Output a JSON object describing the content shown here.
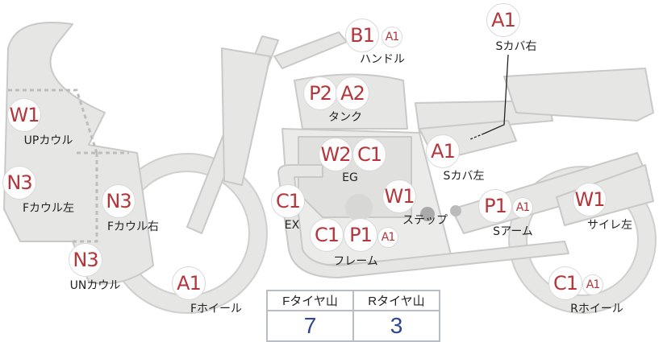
{
  "parts": [
    {
      "id": "handle",
      "label": "ハンドル",
      "codes": [
        "B1",
        "A1"
      ]
    },
    {
      "id": "side-cover-right",
      "label": "Sカバ右",
      "codes": [
        "A1"
      ]
    },
    {
      "id": "tank",
      "label": "タンク",
      "codes": [
        "P2",
        "A2"
      ]
    },
    {
      "id": "up-cowl",
      "label": "UPカウル",
      "codes": [
        "W1"
      ]
    },
    {
      "id": "engine",
      "label": "EG",
      "codes": [
        "W2",
        "C1"
      ]
    },
    {
      "id": "side-cover-left",
      "label": "Sカバ左",
      "codes": [
        "A1"
      ]
    },
    {
      "id": "front-cowl-left",
      "label": "Fカウル左",
      "codes": [
        "N3"
      ]
    },
    {
      "id": "front-cowl-right",
      "label": "Fカウル右",
      "codes": [
        "N3"
      ]
    },
    {
      "id": "exhaust",
      "label": "EX",
      "codes": [
        "C1"
      ]
    },
    {
      "id": "step",
      "label": "ステップ",
      "codes": [
        "W1"
      ]
    },
    {
      "id": "swing-arm",
      "label": "Sアーム",
      "codes": [
        "P1",
        "A1"
      ]
    },
    {
      "id": "silencer-left",
      "label": "サイレ左",
      "codes": [
        "W1"
      ]
    },
    {
      "id": "frame",
      "label": "フレーム",
      "codes": [
        "C1",
        "P1",
        "A1"
      ]
    },
    {
      "id": "under-cowl",
      "label": "UNカウル",
      "codes": [
        "N3"
      ]
    },
    {
      "id": "front-wheel",
      "label": "Fホイール",
      "codes": [
        "A1"
      ]
    },
    {
      "id": "rear-wheel",
      "label": "Rホイール",
      "codes": [
        "C1",
        "A1"
      ]
    }
  ],
  "tire_table": {
    "headers": [
      "Fタイヤ山",
      "Rタイヤ山"
    ],
    "values": [
      "7",
      "3"
    ]
  },
  "colors": {
    "code": "#b3363b",
    "tire_value": "#2e4690",
    "body": "#e4e4e2"
  }
}
